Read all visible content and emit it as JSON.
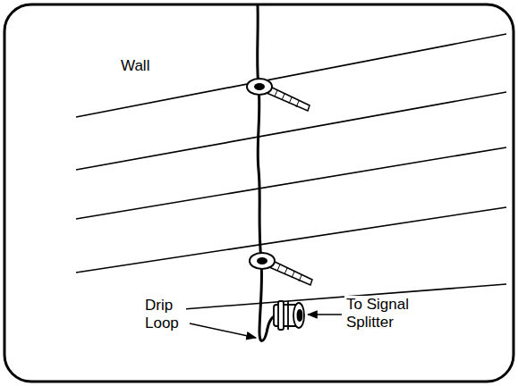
{
  "diagram": {
    "labels": [
      "Wall",
      "Drip Loop",
      "To Signal Splitter"
    ]
  }
}
